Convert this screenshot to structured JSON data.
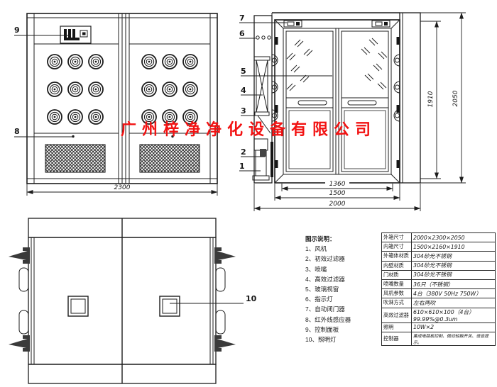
{
  "company_watermark": "广州梓净净化设备有限公司",
  "colors": {
    "watermark_red": "#f21212",
    "line": "#1d1d1d"
  },
  "front_view": {
    "label_control_panel": "9",
    "label_infrared_sensor": "8",
    "dim_width": "2300"
  },
  "door_view": {
    "label_door_closer": "7",
    "label_indicator_light": "6",
    "label_glass_window": "5",
    "label_hepa_filter": "4",
    "label_nozzle": "3",
    "label_primary_filter": "2",
    "label_fan": "1",
    "dim_door_width": "1360",
    "dim_inner_width": "1500",
    "dim_overall_width": "2000",
    "dim_inner_height": "1910",
    "dim_overall_height": "2050"
  },
  "plan_view": {
    "label_lighting": "10"
  },
  "legend": {
    "title": "图示说明：",
    "items": [
      "1、风机",
      "2、初效过滤器",
      "3、喷嘴",
      "4、高效过滤器",
      "5、玻璃视窗",
      "6、指示灯",
      "7、自动闭门器",
      "8、红外线感应器",
      "9、控制面板",
      "10、照明灯"
    ]
  },
  "spec_table": {
    "rows": [
      {
        "label": "外箱尺寸",
        "value": "2000×2300×2050"
      },
      {
        "label": "内箱尺寸",
        "value": "1500×2160×1910"
      },
      {
        "label": "外箱体材质",
        "value": "304砂光不锈钢"
      },
      {
        "label": "内壁材质",
        "value": "304砂光不锈钢"
      },
      {
        "label": "门材质",
        "value": "304砂光不锈钢"
      },
      {
        "label": "喷嘴数量",
        "value": "36只（不锈钢）"
      },
      {
        "label": "风机参数",
        "value": "4台（380V 50Hz  750W）"
      },
      {
        "label": "吹淋方式",
        "value": "左右两吹"
      },
      {
        "label": "高效过滤器",
        "value": "610×610×100（4台）",
        "value2": "99.99%@0.3um"
      },
      {
        "label": "照明",
        "value": "10W×2"
      },
      {
        "label": "控制器",
        "value": "集成电路板控制、微动轻触开关、语音提示。"
      }
    ]
  }
}
